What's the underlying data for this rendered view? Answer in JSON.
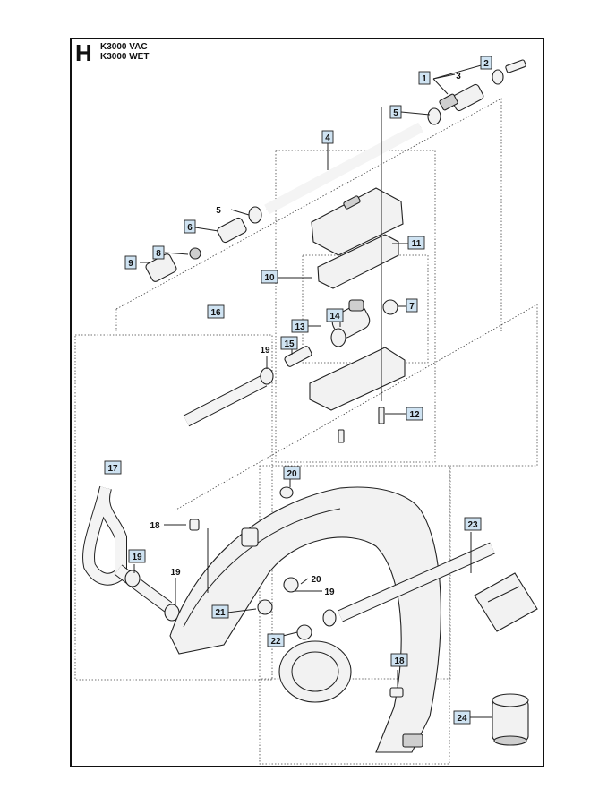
{
  "header": {
    "section": "H",
    "models": [
      "K3000 VAC",
      "K3000 WET"
    ]
  },
  "callouts": {
    "c1": "1",
    "c2": "2",
    "c3": "3",
    "c4": "4",
    "c5a": "5",
    "c5b": "5",
    "c6": "6",
    "c7": "7",
    "c8": "8",
    "c9": "9",
    "c10": "10",
    "c11": "11",
    "c12": "12",
    "c13": "13",
    "c14": "14",
    "c15": "15",
    "c16": "16",
    "c17": "17",
    "c18a": "18",
    "c18b": "18",
    "c19a": "19",
    "c19b": "19",
    "c19c": "19",
    "c19d": "19",
    "c20a": "20",
    "c20b": "20",
    "c21": "21",
    "c22": "22",
    "c23": "23",
    "c24": "24"
  },
  "colors": {
    "callout_fill": "#cfe3f2",
    "line": "#222222"
  }
}
